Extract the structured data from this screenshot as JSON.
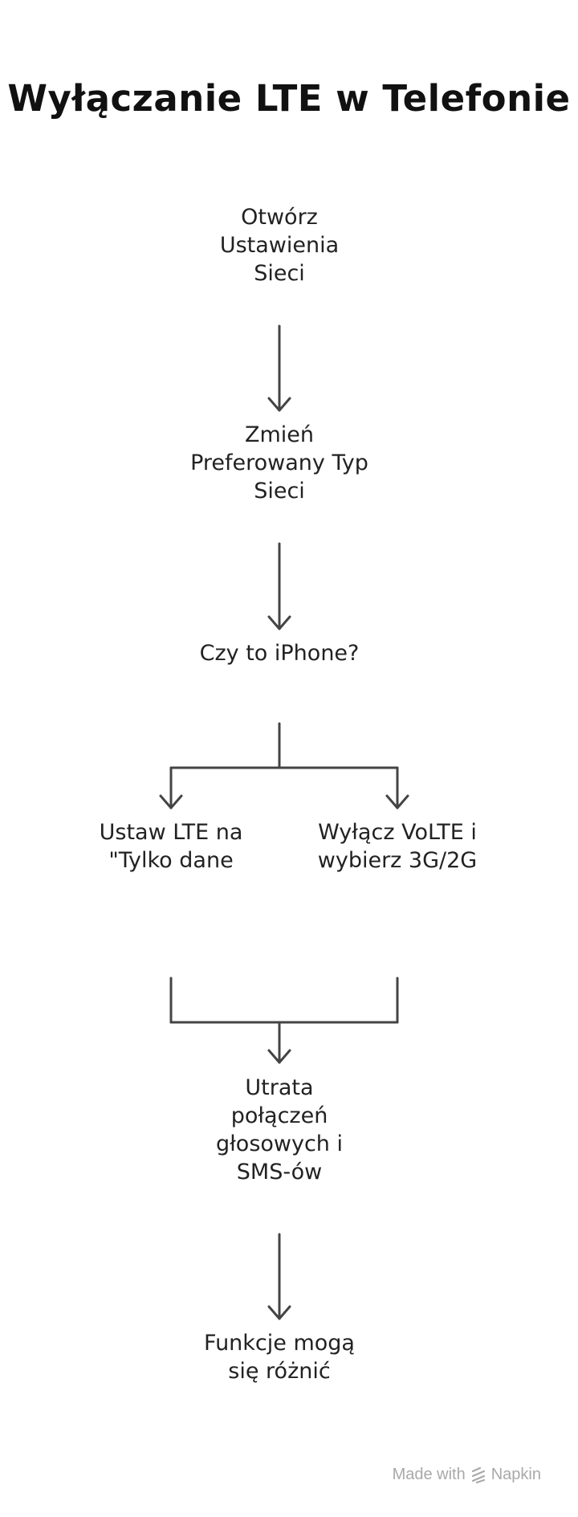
{
  "title": "Wyłączanie LTE w Telefonie",
  "nodes": {
    "open_settings": "Otwórz\nUstawienia\nSieci",
    "change_network_type": "Zmień\nPreferowany Typ\nSieci",
    "is_iphone": "Czy to iPhone?",
    "set_lte_data_only": "Ustaw LTE na\n\"Tylko dane",
    "disable_volte": "Wyłącz VoLTE i\nwybierz 3G/2G",
    "loss_of_calls": "Utrata\npołączeń\ngłosowych i\nSMS-ów",
    "features_may_differ": "Funkcje mogą\nsię różnić"
  },
  "footer": {
    "made_with": "Made with",
    "brand": "Napkin"
  },
  "colors": {
    "line": "#444444",
    "text": "#222222",
    "footer": "#a9a9a9"
  }
}
